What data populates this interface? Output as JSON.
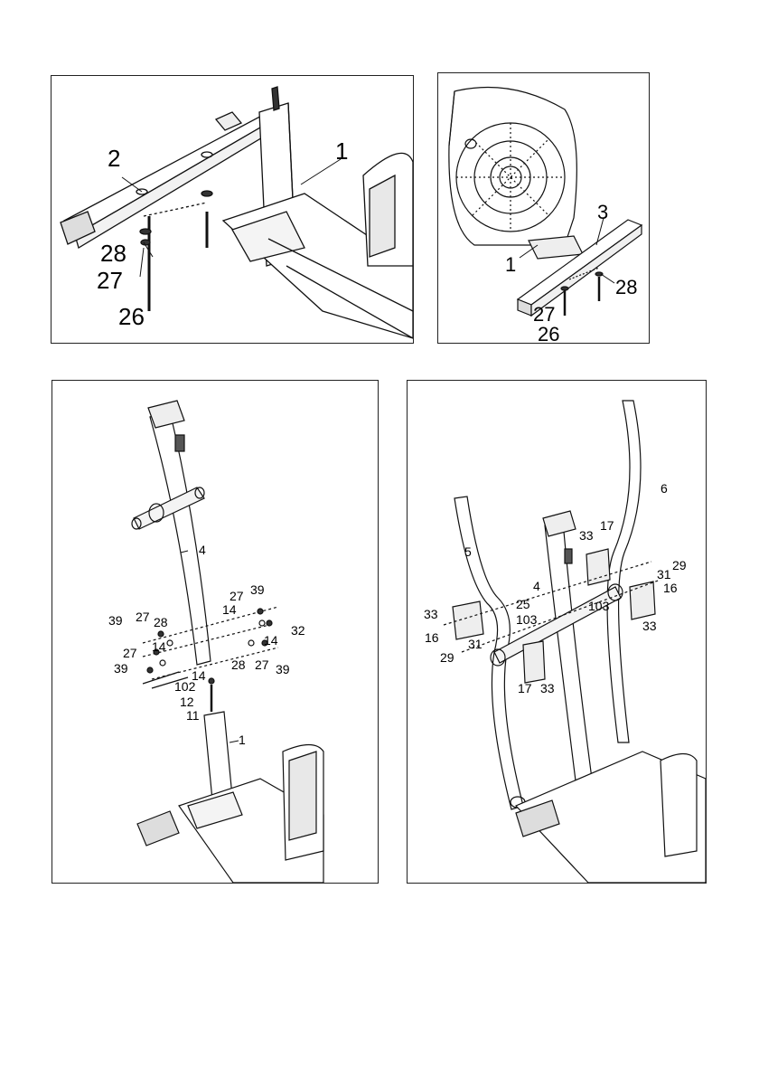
{
  "panels": {
    "step1": {
      "labels": {
        "p1": "1",
        "p2": "2",
        "p26": "26",
        "p27": "27",
        "p28": "28"
      }
    },
    "step2": {
      "labels": {
        "p1": "1",
        "p3": "3",
        "p26": "26",
        "p27": "27",
        "p28": "28"
      }
    },
    "step3": {
      "labels": {
        "p1": "1",
        "p4": "4",
        "p11": "11",
        "p12": "12",
        "p102": "102",
        "p14a": "14",
        "p14b": "14",
        "p14c": "14",
        "p14d": "14",
        "p27a": "27",
        "p27b": "27",
        "p27c": "27",
        "p27d": "27",
        "p28a": "28",
        "p28b": "28",
        "p32": "32",
        "p39a": "39",
        "p39b": "39",
        "p39c": "39",
        "p39d": "39"
      }
    },
    "step4": {
      "labels": {
        "p4": "4",
        "p5": "5",
        "p6": "6",
        "p25": "25",
        "p103a": "103",
        "p103b": "103",
        "p16a": "16",
        "p16b": "16",
        "p17a": "17",
        "p17b": "17",
        "p29a": "29",
        "p29b": "29",
        "p31a": "31",
        "p31b": "31",
        "p33a": "33",
        "p33b": "33",
        "p33c": "33",
        "p33d": "33"
      }
    }
  }
}
